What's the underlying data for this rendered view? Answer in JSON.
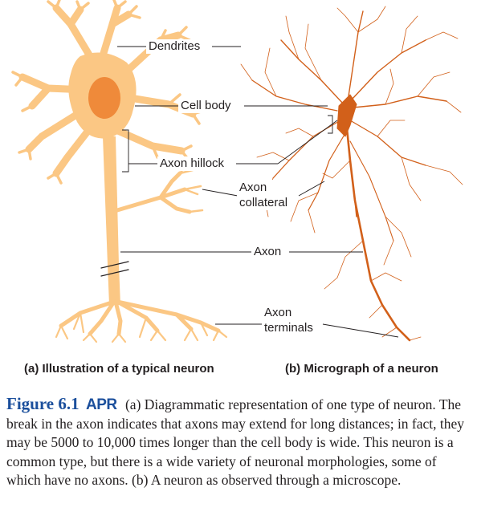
{
  "labels": {
    "dendrites": "Dendrites",
    "cell_body": "Cell body",
    "axon_hillock": "Axon hillock",
    "axon_collateral_line1": "Axon",
    "axon_collateral_line2": "collateral",
    "axon": "Axon",
    "axon_terminals_line1": "Axon",
    "axon_terminals_line2": "terminals"
  },
  "subcaptions": {
    "a": "(a) Illustration of a typical neuron",
    "b": "(b) Micrograph of a neuron"
  },
  "caption": {
    "figure_number": "Figure 6.1",
    "badge": "APR",
    "text": "(a) Diagrammatic representation of one type of neuron. The break in the axon indicates that axons may extend for long distances; in fact, they may be 5000 to 10,000 times longer than the cell body is wide. This neuron is a common type, but there is a wide variety of neuronal morphologies, some of which have no axons. (b) A neuron as observed through a microscope."
  },
  "colors": {
    "neuron_fill": "#fbc784",
    "neuron_stroke": "#f0a24a",
    "nucleus": "#ef8a3a",
    "micrograph": "#d2601a",
    "figure_blue": "#1b4f9c"
  }
}
